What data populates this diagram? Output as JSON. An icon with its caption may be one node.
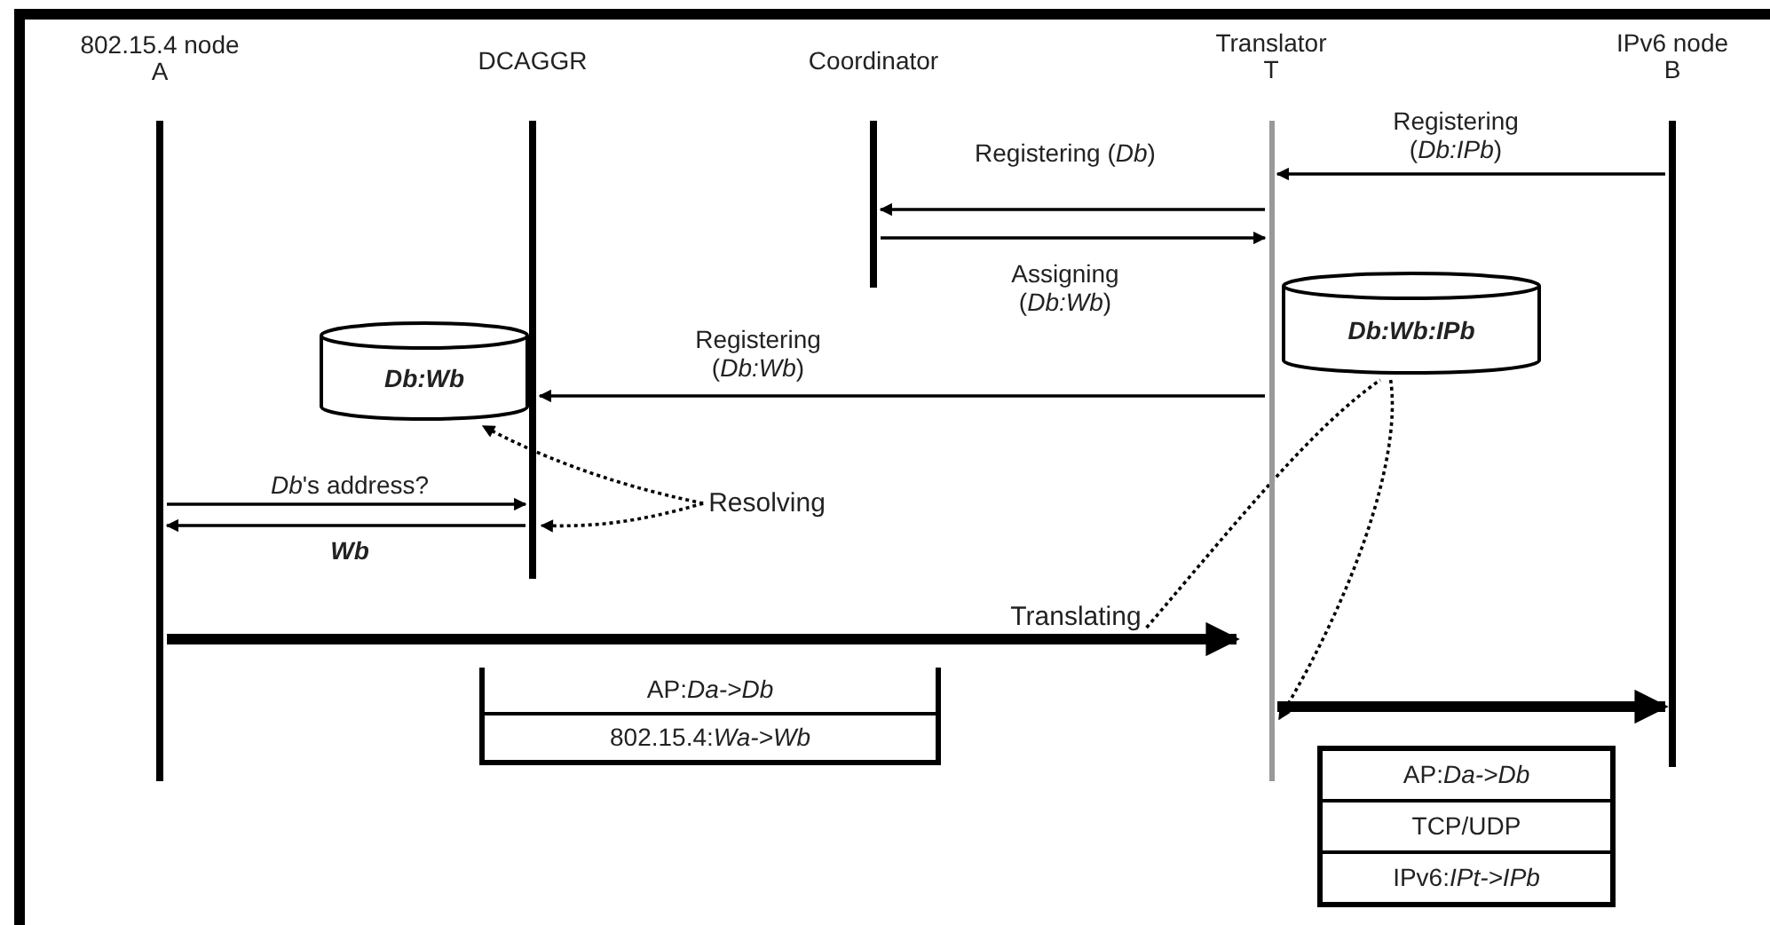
{
  "diagram": {
    "nodes": [
      {
        "text": [
          "802.15.4 node",
          "A"
        ]
      },
      {
        "text": [
          "DCAGGR"
        ]
      },
      {
        "text": [
          "Coordinator"
        ]
      },
      {
        "text": [
          "Translator",
          "T"
        ]
      },
      {
        "text": [
          "IPv6 node",
          "B"
        ]
      },
      {
        "text": [
          "Db:Wb"
        ]
      },
      {
        "text": [
          "Db:Wb:IPb"
        ]
      },
      {
        "text": [
          "Resolving"
        ]
      },
      {
        "text": [
          "Translating"
        ]
      },
      {
        "text": [
          "AP:*Da->Db*",
          "802.15.4:*Wa->Wb*"
        ]
      },
      {
        "text": [
          "AP:*Da->Db*",
          "TCP/UDP",
          "IPv6:*IPt->IPb*"
        ]
      }
    ],
    "edges": [
      {
        "from": 4,
        "to": 3,
        "arrow": "to",
        "label": "Registering (*Db:IPb*)"
      },
      {
        "from": 3,
        "to": 2,
        "arrow": "to",
        "label": "Registering (*Db*)"
      },
      {
        "from": 2,
        "to": 3,
        "arrow": "to",
        "label": "Assigning (*Db:Wb*)"
      },
      {
        "from": 3,
        "to": 1,
        "arrow": "to",
        "label": "Registering (*Db:Wb*)"
      },
      {
        "from": 0,
        "to": 1,
        "arrow": "to",
        "label": "*Db*'s address?"
      },
      {
        "from": 1,
        "to": 0,
        "arrow": "to",
        "label": "Wb"
      },
      {
        "from": 7,
        "to": 5,
        "arrow": "to",
        "style": "dashed"
      },
      {
        "from": 7,
        "to": 1,
        "arrow": "to",
        "style": "dashed"
      },
      {
        "from": 0,
        "to": 3,
        "arrow": "to",
        "style": "thick"
      },
      {
        "from": 3,
        "to": 4,
        "arrow": "to",
        "style": "thick"
      },
      {
        "from": 8,
        "to": 6,
        "arrow": "none",
        "style": "dashed"
      },
      {
        "from": 6,
        "to": 3,
        "arrow": "to",
        "style": "dashed"
      }
    ]
  }
}
